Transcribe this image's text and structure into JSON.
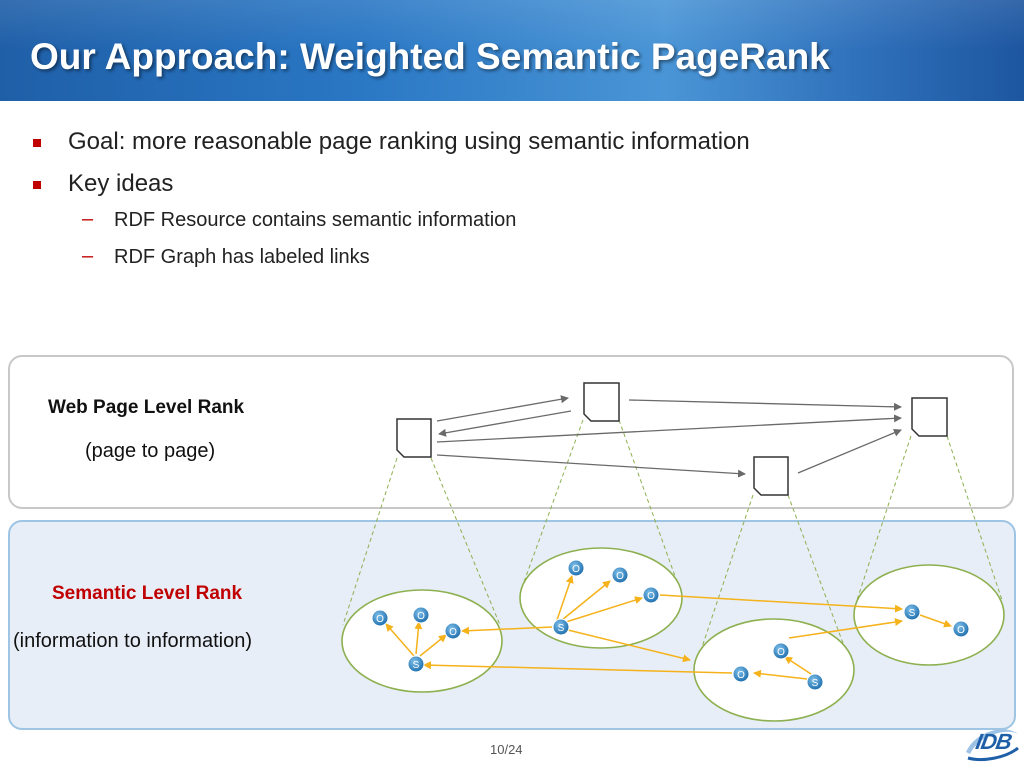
{
  "slide": {
    "title": "Our Approach: Weighted Semantic PageRank",
    "page_number": "10/24"
  },
  "bullets": [
    {
      "text": "Goal: more reasonable page ranking using semantic information",
      "level": 1
    },
    {
      "text": "Key ideas",
      "level": 1
    },
    {
      "text": "RDF Resource contains semantic information",
      "level": 2
    },
    {
      "text": "RDF Graph has labeled links",
      "level": 2
    }
  ],
  "bullet_marks": {
    "level1": "■",
    "level2": "–"
  },
  "diagram": {
    "web_level": {
      "label": "Web Page Level Rank",
      "sublabel": "(page to page)"
    },
    "semantic_level": {
      "label": "Semantic Level Rank",
      "sublabel": "(information to information)"
    },
    "subject_label": "S",
    "object_label": "O"
  },
  "logo": {
    "text": "IDB"
  },
  "colors": {
    "title_bar": "#2a77c4",
    "accent_red": "#c00000",
    "semantic_panel_bg": "#e8eef7",
    "ellipse_stroke": "#8db050",
    "edge_orange": "#f5b21a",
    "node_blue": "#2c7fb8"
  }
}
